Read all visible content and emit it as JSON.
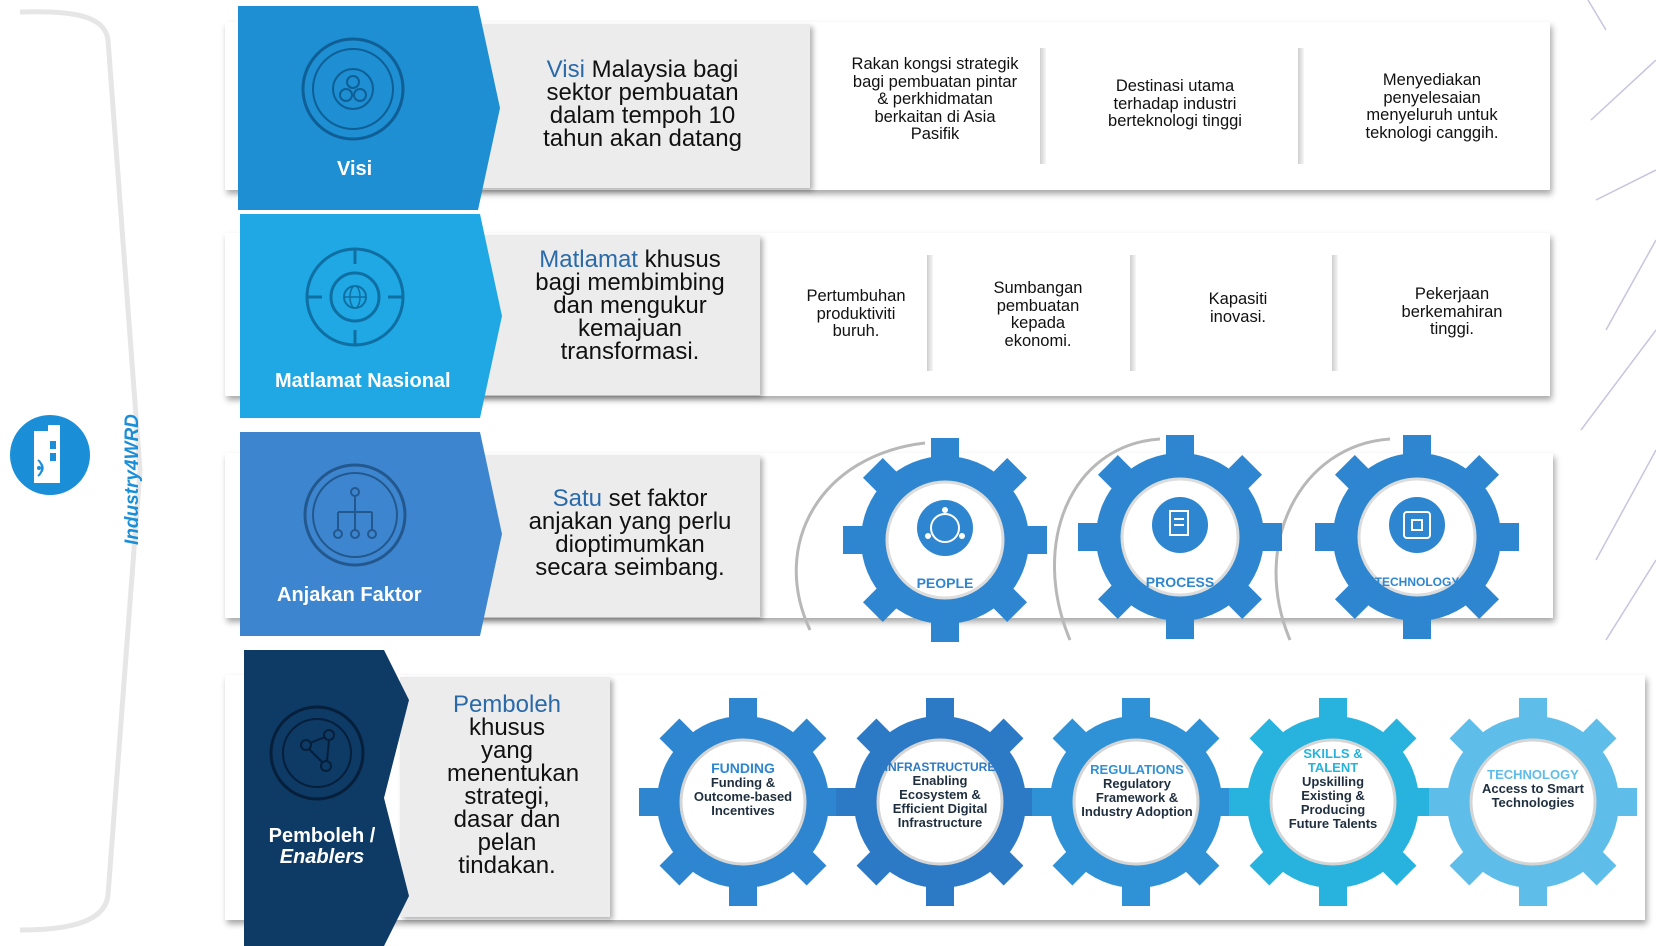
{
  "brand": {
    "name": "Industry4WRD"
  },
  "colors": {
    "visi": "#1e8fd2",
    "matlamat": "#1fa8e4",
    "anjakan": "#3d86cf",
    "pemboleh": "#0e3a66",
    "gear_blue": "#2e86d0",
    "gear_teal": "#27b3dd",
    "gear_light": "#5fbde9"
  },
  "rows": {
    "visi": {
      "tab_label": "Visi",
      "desc_highlight": "Visi",
      "desc_rest": " Malaysia bagi sektor pembuatan dalam tempoh 10 tahun akan datang",
      "items": [
        "Rakan kongsi strategik bagi pembuatan pintar & perkhidmatan berkaitan di Asia Pasifik",
        "Destinasi utama terhadap industri berteknologi tinggi",
        "Menyediakan penyelesaian menyeluruh untuk teknologi canggih."
      ]
    },
    "matlamat": {
      "tab_label": "Matlamat Nasional",
      "desc_highlight": "Matlamat",
      "desc_rest": " khusus bagi membimbing dan mengukur kemajuan transformasi.",
      "items": [
        "Pertumbuhan produktiviti buruh.",
        "Sumbangan pembuatan kepada ekonomi.",
        "Kapasiti inovasi.",
        "Pekerjaan berkemahiran tinggi."
      ]
    },
    "anjakan": {
      "tab_label": "Anjakan Faktor",
      "desc_highlight": "Satu",
      "desc_rest": " set faktor anjakan yang perlu dioptimumkan secara seimbang.",
      "gears": [
        {
          "label": "PEOPLE",
          "icon": "people-network-icon"
        },
        {
          "label": "PROCESS",
          "icon": "document-process-icon"
        },
        {
          "label": "TECHNOLOGY",
          "icon": "chip-icon"
        }
      ]
    },
    "pemboleh": {
      "tab_label_1": "Pemboleh /",
      "tab_label_2": "Enablers",
      "desc_highlight": "Pemboleh",
      "desc_rest": " khusus yang menentukan strategi, dasar dan pelan tindakan.",
      "gears": [
        {
          "title": "FUNDING",
          "body": "Funding & Outcome-based Incentives"
        },
        {
          "title": "INFRASTRUCTURE",
          "body": "Enabling Ecosystem & Efficient Digital Infrastructure"
        },
        {
          "title": "REGULATIONS",
          "body": "Regulatory Framework & Industry Adoption"
        },
        {
          "title": "SKILLS & TALENT",
          "body": "Upskilling Existing & Producing Future Talents"
        },
        {
          "title": "TECHNOLOGY",
          "body": "Access to Smart Technologies"
        }
      ]
    }
  }
}
